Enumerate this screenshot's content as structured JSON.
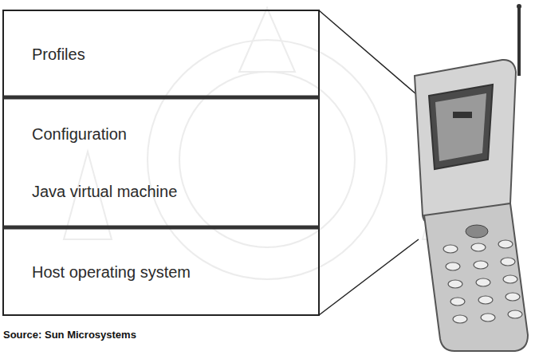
{
  "diagram": {
    "nodes": [
      {
        "text": [
          "Profiles"
        ]
      },
      {
        "text": [
          "Configuration",
          "Java virtual machine"
        ]
      },
      {
        "text": [
          "Host operating system"
        ]
      }
    ],
    "labels": [
      "Source: Sun Microsystems"
    ]
  }
}
